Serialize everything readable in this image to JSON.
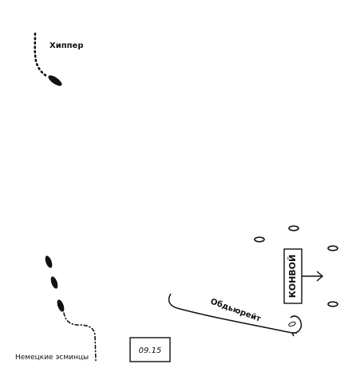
{
  "labels": {
    "hipper": "Хиппер",
    "german_destroyers": "Немецкие эсминцы",
    "obdurate": "Обдьюрейт",
    "convoy": "КОНВОЙ",
    "time": "09.15"
  },
  "colors": {
    "ink": "#111111",
    "background": "#ffffff"
  }
}
